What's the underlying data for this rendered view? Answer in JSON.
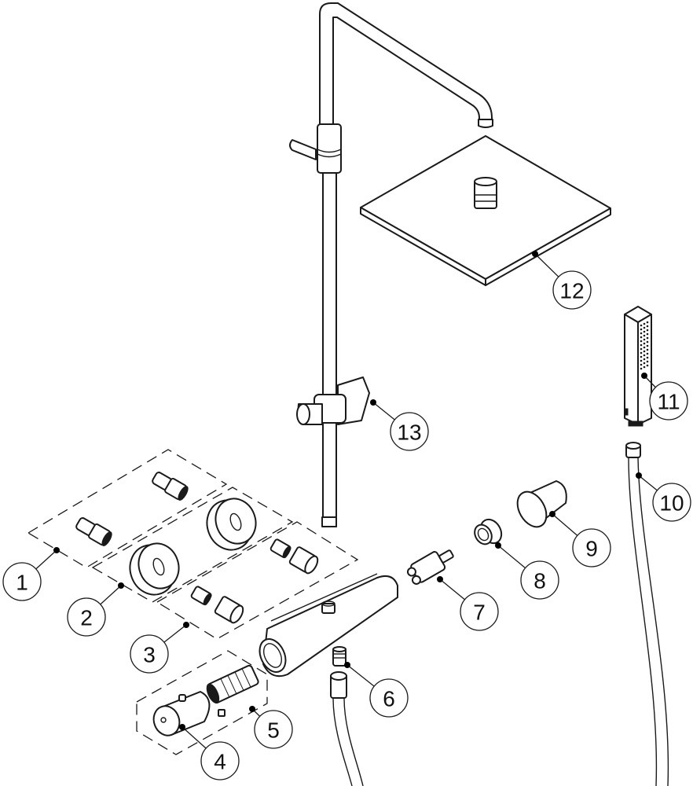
{
  "diagram": {
    "type": "exploded-parts-diagram",
    "subject": "thermostatic shower column",
    "callouts": [
      {
        "number": "1",
        "part": "eccentric connector pair (in dashed group)"
      },
      {
        "number": "2",
        "part": "cover rosette pair (in dashed group)"
      },
      {
        "number": "3",
        "part": "check valve and nut pair (in dashed group)"
      },
      {
        "number": "4",
        "part": "thermostatic handle"
      },
      {
        "number": "5",
        "part": "thermostatic cartridge set (in dashed group)"
      },
      {
        "number": "6",
        "part": "outlet nipple"
      },
      {
        "number": "7",
        "part": "diverter cartridge"
      },
      {
        "number": "8",
        "part": "adapter ring"
      },
      {
        "number": "9",
        "part": "diverter handle"
      },
      {
        "number": "10",
        "part": "shower hose"
      },
      {
        "number": "11",
        "part": "hand shower"
      },
      {
        "number": "12",
        "part": "square overhead shower"
      },
      {
        "number": "13",
        "part": "hand shower holder / slider"
      }
    ]
  }
}
